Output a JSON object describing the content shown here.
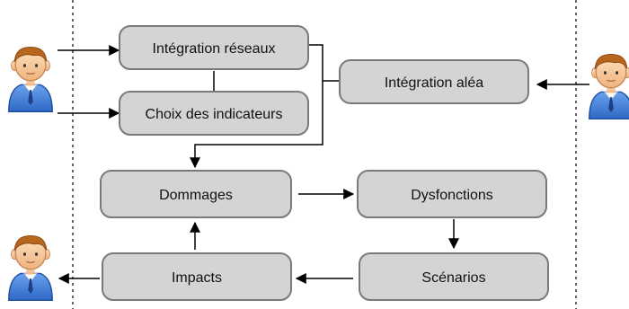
{
  "nodes": {
    "integration_reseaux": "Intégration réseaux",
    "choix_indicateurs": "Choix des indicateurs",
    "integration_alea": "Intégration aléa",
    "dommages": "Dommages",
    "dysfonctions": "Dysfonctions",
    "scenarios": "Scénarios",
    "impacts": "Impacts"
  },
  "actors": {
    "left_top": {
      "icon": "user-icon"
    },
    "left_bottom": {
      "icon": "user-icon"
    },
    "right": {
      "icon": "user-icon"
    }
  },
  "colors": {
    "box_fill": "#d4d4d4",
    "box_stroke": "#7a7a7a",
    "arrow": "#000000",
    "skin": "#f6c89a",
    "hair": "#b8651e",
    "shirt": "#3f7ed8"
  }
}
